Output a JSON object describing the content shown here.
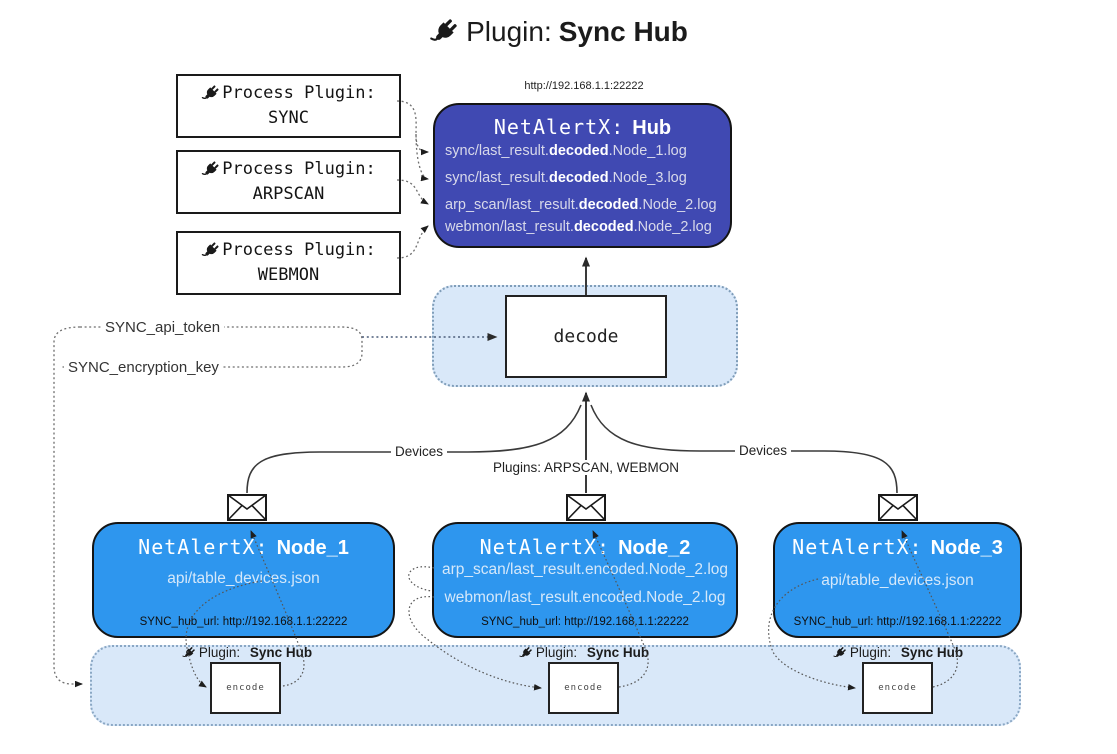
{
  "title": {
    "icon": "plug-icon",
    "prefix": "Plugin:",
    "name": "Sync Hub"
  },
  "process_plugins": [
    {
      "label": "Process Plugin:",
      "name": "SYNC"
    },
    {
      "label": "Process Plugin:",
      "name": "ARPSCAN"
    },
    {
      "label": "Process Plugin:",
      "name": "WEBMON"
    }
  ],
  "hub": {
    "url": "http://192.168.1.1:22222",
    "name_prefix": "NetAlertX:",
    "name": "Hub",
    "files": [
      {
        "pre": "sync/last_result.",
        "bold": "decoded",
        "post": ".Node_1.log"
      },
      {
        "pre": "sync/last_result.",
        "bold": "decoded",
        "post": ".Node_3.log"
      },
      {
        "pre": "arp_scan/last_result.",
        "bold": "decoded",
        "post": ".Node_2.log"
      },
      {
        "pre": "webmon/last_result.",
        "bold": "decoded",
        "post": ".Node_2.log"
      }
    ]
  },
  "decode_box": {
    "label": "decode"
  },
  "secrets": {
    "api_token": "SYNC_api_token",
    "encryption_key": "SYNC_encryption_key"
  },
  "edge_labels": {
    "devices_left": "Devices",
    "plugins": "Plugins: ARPSCAN, WEBMON",
    "devices_right": "Devices"
  },
  "nodes": [
    {
      "name_prefix": "NetAlertX:",
      "name": "Node_1",
      "files": [
        "api/table_devices.json"
      ],
      "hub_url": "SYNC_hub_url: http://192.168.1.1:22222"
    },
    {
      "name_prefix": "NetAlertX:",
      "name": "Node_2",
      "files": [
        "arp_scan/last_result.encoded.Node_2.log",
        "webmon/last_result.encoded.Node_2.log"
      ],
      "hub_url": "SYNC_hub_url: http://192.168.1.1:22222"
    },
    {
      "name_prefix": "NetAlertX:",
      "name": "Node_3",
      "files": [
        "api/table_devices.json"
      ],
      "hub_url": "SYNC_hub_url: http://192.168.1.1:22222"
    }
  ],
  "encoders": [
    {
      "plugin_prefix": "Plugin:",
      "plugin_name": "Sync Hub",
      "label": "encode"
    },
    {
      "plugin_prefix": "Plugin:",
      "plugin_name": "Sync Hub",
      "label": "encode"
    },
    {
      "plugin_prefix": "Plugin:",
      "plugin_name": "Sync Hub",
      "label": "encode"
    }
  ],
  "colors": {
    "hub_fill": "#4049b2",
    "node_fill": "#2e96ee",
    "container_fill": "#d9e8f9",
    "hub_text_dim": "#d8d9ea",
    "node_text_dim": "#d5e8fa"
  }
}
